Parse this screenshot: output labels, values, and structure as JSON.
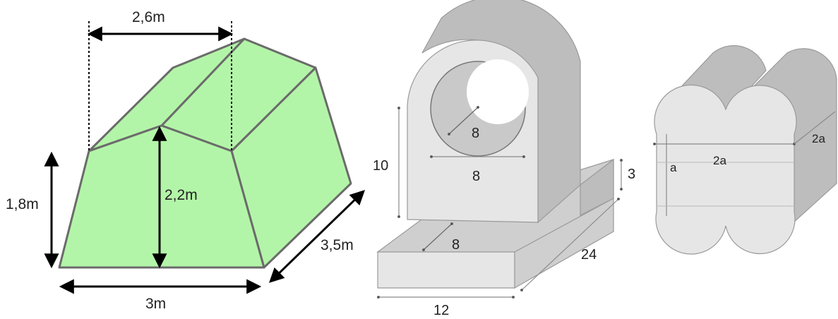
{
  "colors": {
    "tent_fill": "#b3f5a8",
    "tent_edge": "#6b6b6b",
    "solid_light": "#e6e6e6",
    "solid_mid": "#cfcfcf",
    "solid_dark": "#bdbdbd",
    "dim_line": "#000000",
    "thin_dim": "#8a8a8a"
  },
  "tent": {
    "top_width": "2,6m",
    "side_height": "1,8m",
    "ridge_height": "2,2m",
    "base_width": "3m",
    "depth": "3,5m"
  },
  "bracket": {
    "upright_height": "10",
    "hole_radius": "8",
    "hole_width": "8",
    "base_thickness": "3",
    "base_offset": "8",
    "base_length": "24",
    "base_width": "12"
  },
  "cylinders": {
    "height_label": "a",
    "width_label": "2a",
    "depth_label": "2a"
  }
}
